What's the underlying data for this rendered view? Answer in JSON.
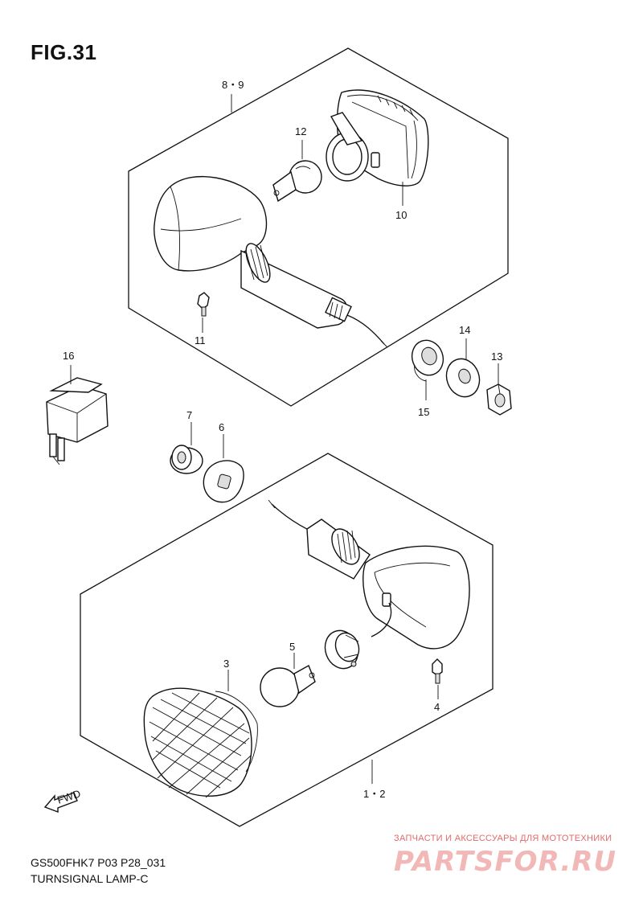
{
  "figure": {
    "title": "FIG.31"
  },
  "footer": {
    "code": "GS500FHK7 P03 P28_031",
    "caption": "TURNSIGNAL LAMP-C"
  },
  "watermark": {
    "tagline": "ЗАПЧАСТИ И АКСЕССУАРЫ ДЛЯ МОТОТЕХНИКИ",
    "logo": "PARTSFOR.RU"
  },
  "fwd_label": "FWD",
  "callouts": {
    "c_8_9": "8・9",
    "c_12": "12",
    "c_10": "10",
    "c_11": "11",
    "c_16": "16",
    "c_14": "14",
    "c_13": "13",
    "c_15": "15",
    "c_7": "7",
    "c_6": "6",
    "c_3": "3",
    "c_5": "5",
    "c_4": "4",
    "c_1_2": "1・2"
  }
}
